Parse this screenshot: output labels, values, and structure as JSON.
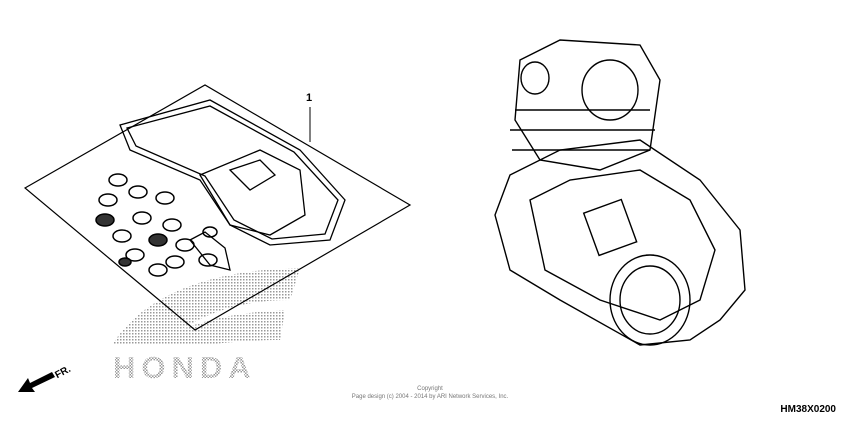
{
  "diagram": {
    "callouts": [
      {
        "number": "1",
        "part": "gasket-kit"
      }
    ],
    "watermark_logo": "HONDA",
    "direction_label": "FR.",
    "copyright_line1": "Copyright",
    "copyright_line2": "Page design (c) 2004 - 2014 by ARI Network Services, Inc.",
    "diagram_code": "HM38X0200"
  }
}
